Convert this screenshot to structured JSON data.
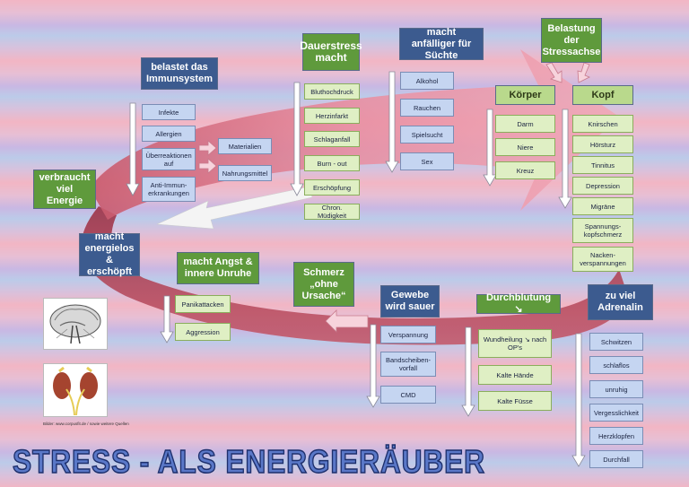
{
  "title": "STRESS - ALS ENERGIERÄUBER",
  "credit": "Bilder: www.corpusfit.de / sowie weitere Quellen",
  "energy": {
    "uses": "verbraucht viel Energie",
    "makes": "macht energielos & erschöpft"
  },
  "immune": {
    "header": "belastet das Immunsystem",
    "items": [
      "Infekte",
      "Allergien",
      "Überreaktionen auf",
      "Anti-Immun-erkrankungen"
    ],
    "sub": [
      "Materialien",
      "Nahrungsmittel"
    ]
  },
  "dauerstress": {
    "header": "Dauerstress macht",
    "items": [
      "Bluthochdruck",
      "Herzinfarkt",
      "Schlaganfall",
      "Burn - out",
      "Erschöpfung",
      "Chron. Müdigkeit"
    ]
  },
  "sucht": {
    "header": "macht anfälliger für Süchte",
    "items": [
      "Alkohol",
      "Rauchen",
      "Spielsucht",
      "Sex"
    ]
  },
  "belastung": {
    "header": "Belastung der Stressachse"
  },
  "koerper": {
    "header": "Körper",
    "items": [
      "Darm",
      "Niere",
      "Kreuz"
    ]
  },
  "kopf": {
    "header": "Kopf",
    "items": [
      "Knirschen",
      "Hörsturz",
      "Tinnitus",
      "Depression",
      "Migräne",
      "Spannungs-kopfschmerz",
      "Nacken-verspannungen"
    ]
  },
  "angst": {
    "header": "macht Angst & innere Unruhe",
    "items": [
      "Panikattacken",
      "Aggression"
    ]
  },
  "schmerz": {
    "header": "Schmerz „ohne Ursache“"
  },
  "gewebe": {
    "header": "Gewebe wird sauer",
    "items": [
      "Verspannung",
      "Bandscheiben-vorfall",
      "CMD"
    ]
  },
  "durchblutung": {
    "header": "Durchblutung ↘",
    "items": [
      "Wundheilung ↘ nach OP's",
      "Kalte Hände",
      "Kalte Füsse"
    ]
  },
  "adrenalin": {
    "header": "zu viel Adrenalin",
    "items": [
      "Schwitzen",
      "schlaflos",
      "unruhig",
      "Vergesslichkeit",
      "Herzklopfen",
      "Durchfall"
    ]
  },
  "colors": {
    "blueBox": "#3c5b8f",
    "greenBox": "#5f9a3c",
    "pinkSwoosh": "#e58ea0",
    "redSwoosh": "#b4485c"
  }
}
